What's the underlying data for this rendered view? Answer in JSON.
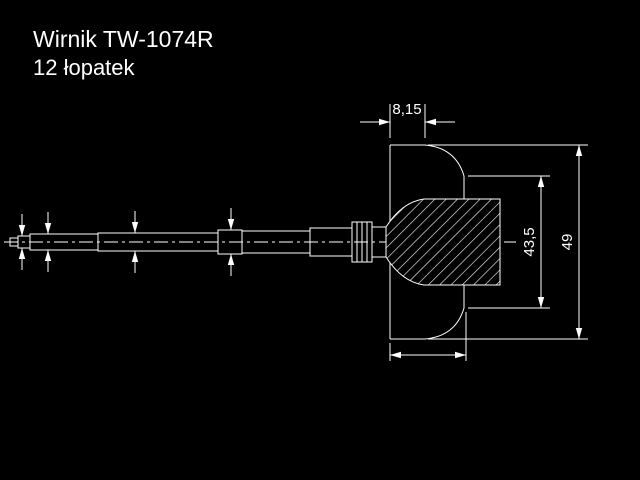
{
  "title": {
    "line1": "Wirnik TW-1074R",
    "line2": "12 łopatek"
  },
  "dimensions": {
    "tip_width": "8,15",
    "exducer_diameter": "43,5",
    "inducer_diameter": "49"
  },
  "colors": {
    "background": "#000000",
    "line": "#ffffff"
  }
}
